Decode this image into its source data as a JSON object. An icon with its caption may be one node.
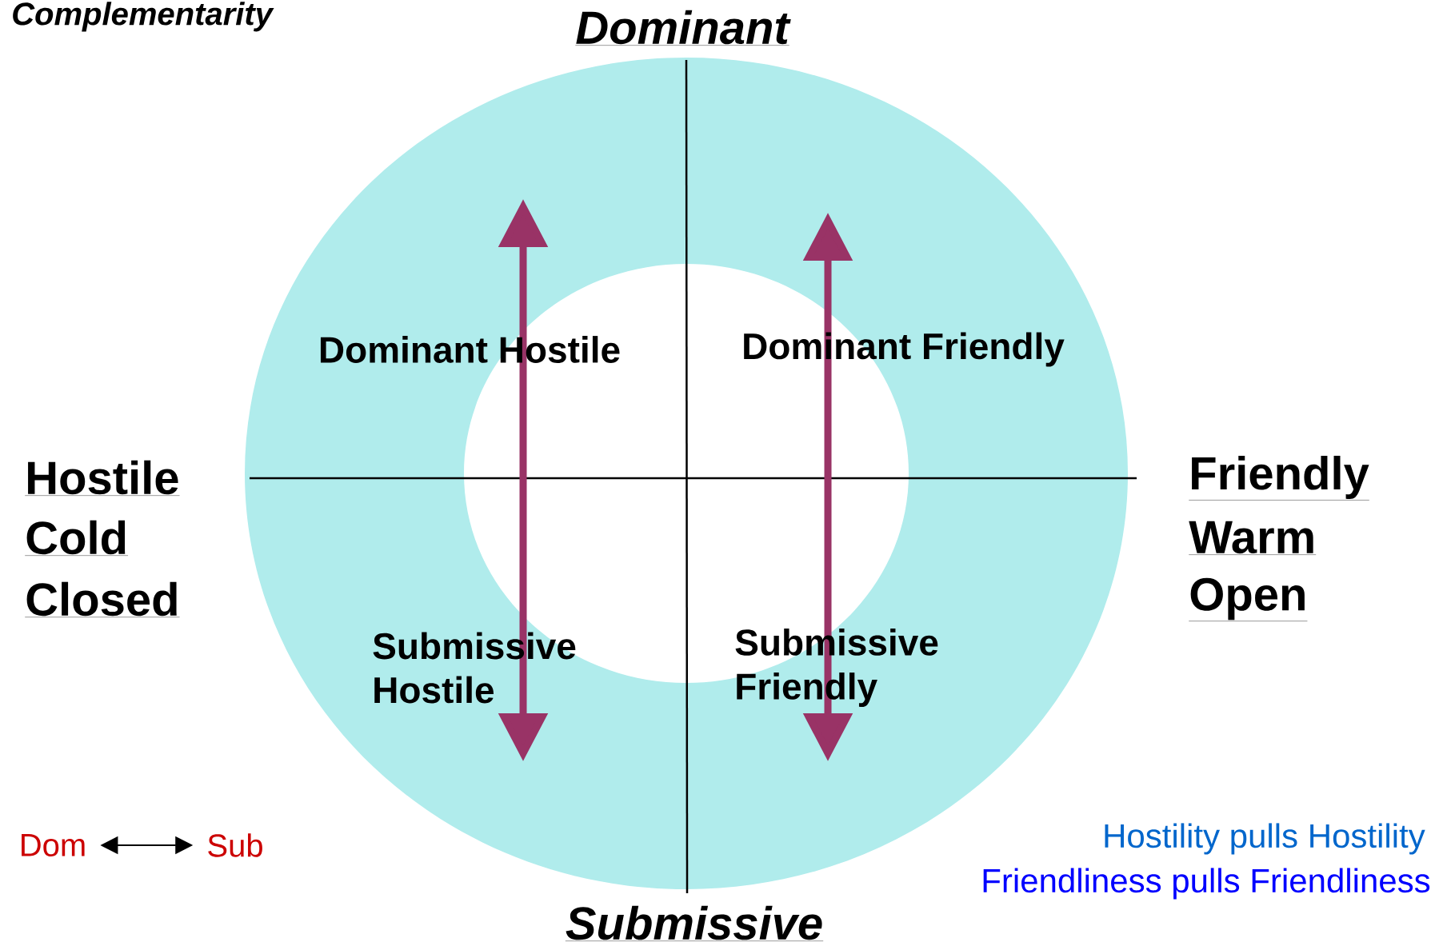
{
  "diagram": {
    "title": "Complementarity",
    "nodes": [
      {
        "text": [
          "Dom"
        ]
      },
      {
        "text": [
          "Sub"
        ]
      }
    ],
    "edges": [
      {
        "from": 0,
        "to": 1,
        "arrow": "both"
      }
    ],
    "labels": [
      "Dominant",
      "Dominant Hostile",
      "Dominant Friendly",
      "Hostile",
      "Cold",
      "Closed",
      "Friendly",
      "Warm",
      "Open",
      "Submissive Hostile",
      "Submissive Friendly",
      "Hostility pulls Hostility",
      "Friendliness pulls Friendliness",
      "Submissive"
    ]
  }
}
